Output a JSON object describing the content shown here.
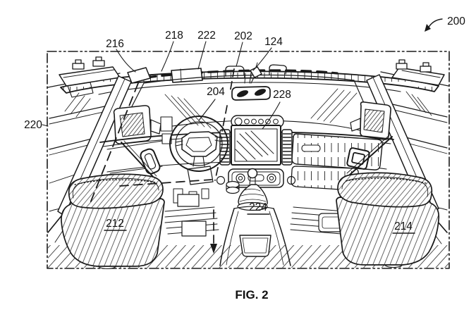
{
  "figure": {
    "caption": "FIG. 2",
    "colors": {
      "ink": "#1a1a1a",
      "paper": "#ffffff"
    },
    "reference_numerals": {
      "n200": "200",
      "n216": "216",
      "n218": "218",
      "n222": "222",
      "n202": "202",
      "n124": "124",
      "n204": "204",
      "n228": "228",
      "n220": "220",
      "n212": "212",
      "n224": "224",
      "n214": "214"
    }
  }
}
